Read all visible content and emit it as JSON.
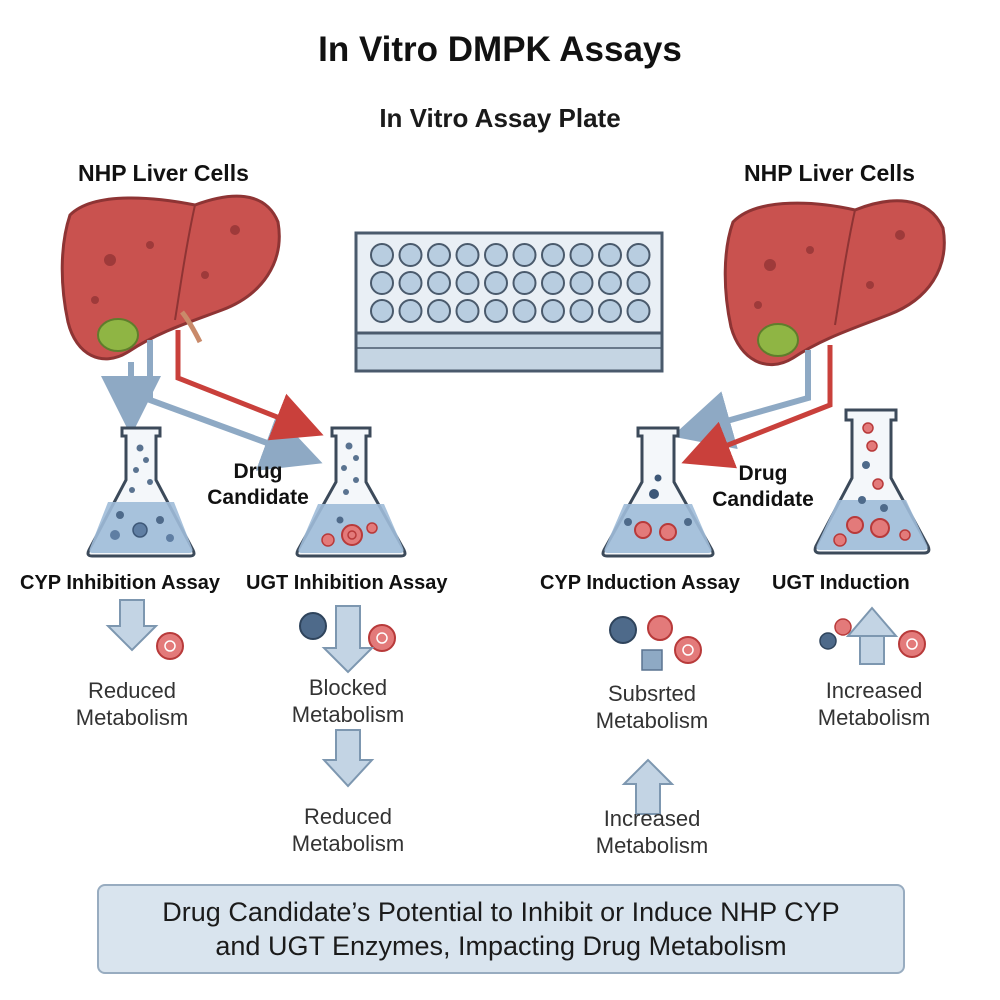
{
  "header": {
    "title": "In Vitro DMPK Assays",
    "subtitle": "In Vitro Assay Plate"
  },
  "left": {
    "liver_label": "NHP Liver Cells",
    "drug_label_line1": "Drug",
    "drug_label_line2": "Candidate",
    "cyp_assay": "CYP Inhibition Assay",
    "ugt_assay": "UGT Inhibition Assay",
    "cyp_outcome_line1": "Reduced",
    "cyp_outcome_line2": "Metabolism",
    "ugt_outcome1_line1": "Blocked",
    "ugt_outcome1_line2": "Metabolism",
    "ugt_outcome2_line1": "Reduced",
    "ugt_outcome2_line2": "Metabolism"
  },
  "right": {
    "liver_label": "NHP Liver Cells",
    "drug_label_line1": "Drug",
    "drug_label_line2": "Candidate",
    "cyp_assay": "CYP Induction Assay",
    "ugt_assay": "UGT Induction",
    "cyp_outcome1_line1": "Subsrted",
    "cyp_outcome1_line2": "Metabolism",
    "cyp_outcome2_line1": "Increased",
    "cyp_outcome2_line2": "Metabolism",
    "ugt_outcome_line1": "Increased",
    "ugt_outcome_line2": "Metabolism"
  },
  "summary": {
    "line1": "Drug Candidate’s Potential to Inhibit or Induce NHP CYP",
    "line2": "and UGT Enzymes, Impacting Drug Metabolism"
  },
  "colors": {
    "liver": "#c9524f",
    "liver_dark": "#9e3a3a",
    "gallbladder": "#8fb544",
    "blue_arrow": "#8ea9c4",
    "red_arrow": "#c9403b",
    "flask_liquid": "#9fbbd8",
    "plate_well": "#b8cde0"
  }
}
